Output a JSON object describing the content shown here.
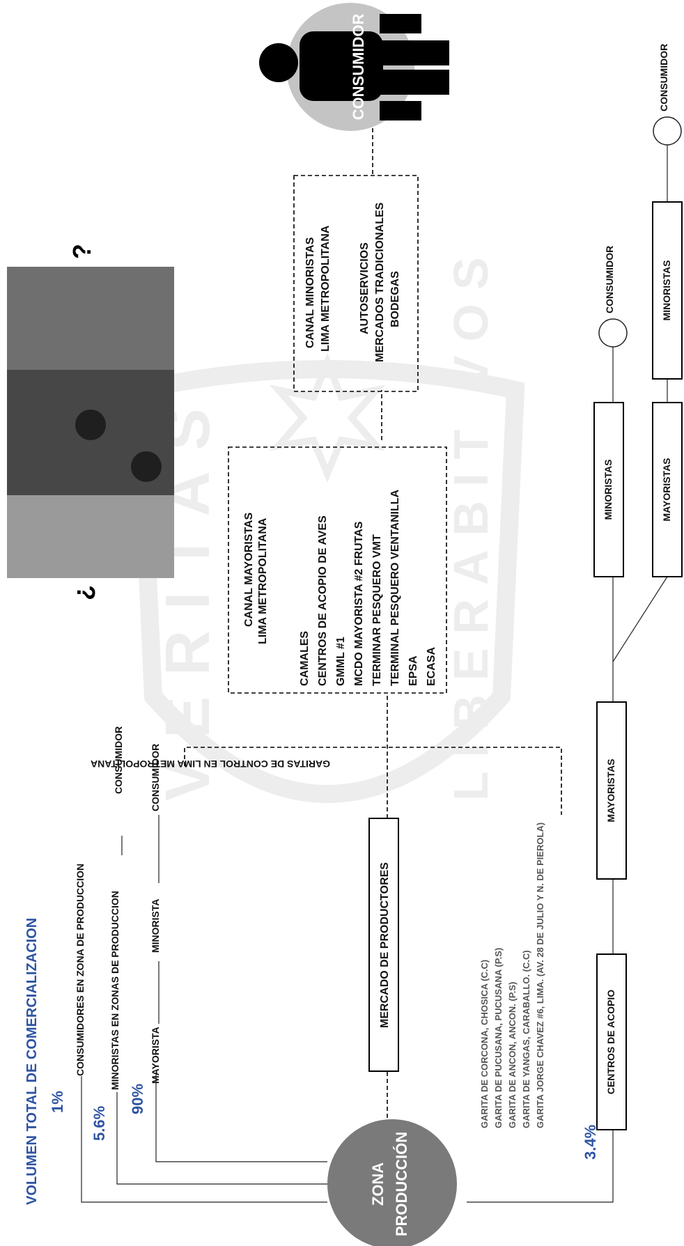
{
  "title": "VOLUMEN TOTAL DE COMERCIALIZACION",
  "watermark": {
    "line1": "VERITAS",
    "line2": "LIBERABIT VOS"
  },
  "percentages": {
    "p1": "1%",
    "p56": "5.6%",
    "p90": "90%",
    "p34": "3.4%"
  },
  "zona": {
    "line1": "ZONA",
    "line2": "PRODUCCIÓN"
  },
  "chain": {
    "consumidores_zona": "CONSUMIDORES EN ZONA DE PRODUCCION",
    "consumidor": "CONSUMIDOR",
    "minoristas_zonas": "MINORISTAS EN ZONAS DE PRODUCCION",
    "mayorista": "MAYORISTA",
    "minorista": "MINORISTA"
  },
  "mercado": "MERCADO DE PRODUCTORES",
  "garitas": {
    "title": "GARITAS DE CONTROL EN LIMA METROPOLITANA",
    "items": [
      "GARITA DE CORCONA, CHOSICA (C.C)",
      "GARITA DE PUCUSANA, PUCUSANA (P.S)",
      "GARITA DE ANCON, ANCON. (P.S)",
      "GARITA DE YANGAS, CARABALLO. (C.C)",
      "GARITA JORGE CHAVEZ #6, LIMA. (AV. 28 DE JULIO Y N. DE PIEROLA)"
    ]
  },
  "mayoristas_canal": {
    "title1": "CANAL MAYORISTAS",
    "title2": "LIMA METROPOLITANA",
    "items": [
      "CAMALES",
      "CENTROS DE ACOPIO DE AVES",
      "GMML #1",
      "MCDO MAYORISTA #2 FRUTAS",
      "TERMINAR PESQUERO VMT",
      "TERMINAL PESQUERO VENTANILLA",
      "EPSA",
      "ECASA"
    ]
  },
  "minoristas_canal": {
    "title1": "CANAL MINORISTAS",
    "title2": "LIMA METROPOLITANA",
    "items": [
      "AUTOSERVICIOS",
      "MERCADOS TRADICIONALES",
      "BODEGAS"
    ]
  },
  "consumidor_big": "CONSUMIDOR",
  "photos": {
    "q_open": "¿",
    "q_close": "?"
  },
  "bottom": {
    "centros": "CENTROS DE ACOPIO",
    "mayoristas": "MAYORISTAS",
    "minoristas": "MINORISTAS",
    "consumidor": "CONSUMIDOR"
  },
  "colors": {
    "blue": "#2e54a3",
    "gray_circle": "#7a7a7a",
    "light_circle": "#c4c4c4",
    "watermark": "#ededed"
  }
}
